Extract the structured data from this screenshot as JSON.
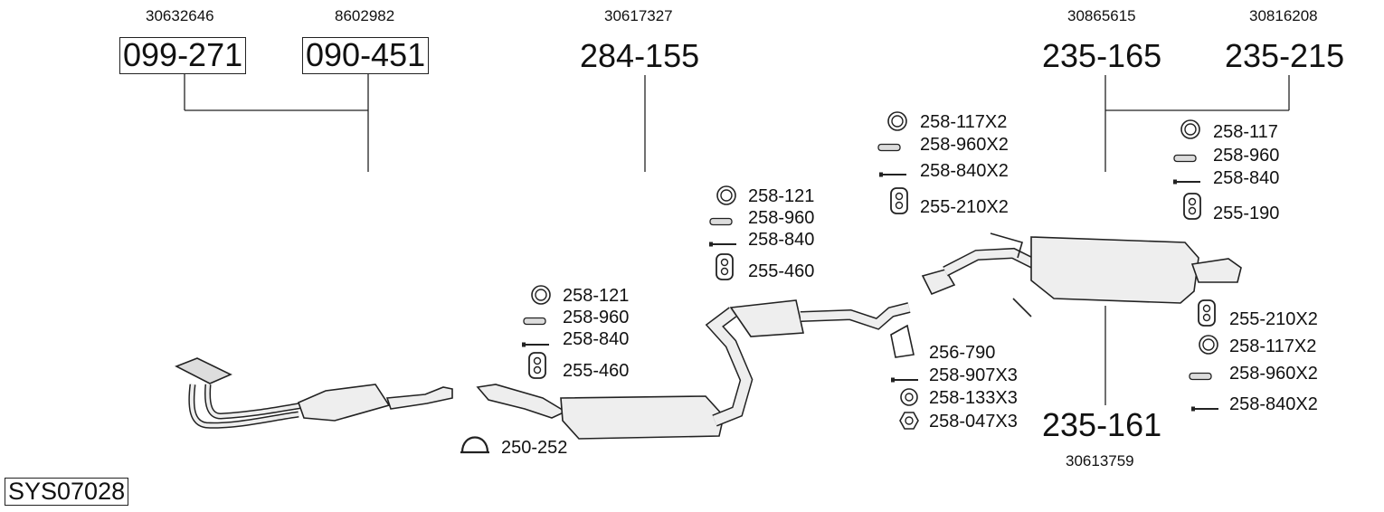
{
  "system_code": "SYS07028",
  "groups": [
    {
      "oe": "30632646",
      "part": "099-271"
    },
    {
      "oe": "8602982",
      "part": "090-451"
    },
    {
      "oe": "30617327",
      "part": "284-155"
    },
    {
      "oe": "30865615",
      "part": "235-165"
    },
    {
      "oe": "30816208",
      "part": "235-215"
    },
    {
      "oe": "30613759",
      "part": "235-161"
    }
  ],
  "fittings": {
    "front": [
      "258-121",
      "258-960",
      "258-840",
      "255-460",
      "250-252"
    ],
    "middle": [
      "258-121",
      "258-960",
      "258-840",
      "255-460"
    ],
    "upper": [
      "258-117X2",
      "258-960X2",
      "258-840X2",
      "255-210X2"
    ],
    "right_top": [
      "258-117",
      "258-960",
      "258-840",
      "255-190"
    ],
    "right_bottom": [
      "255-210X2",
      "258-117X2",
      "258-960X2",
      "258-840X2"
    ],
    "flange": [
      "256-790",
      "258-907X3",
      "258-133X3",
      "258-047X3"
    ]
  }
}
